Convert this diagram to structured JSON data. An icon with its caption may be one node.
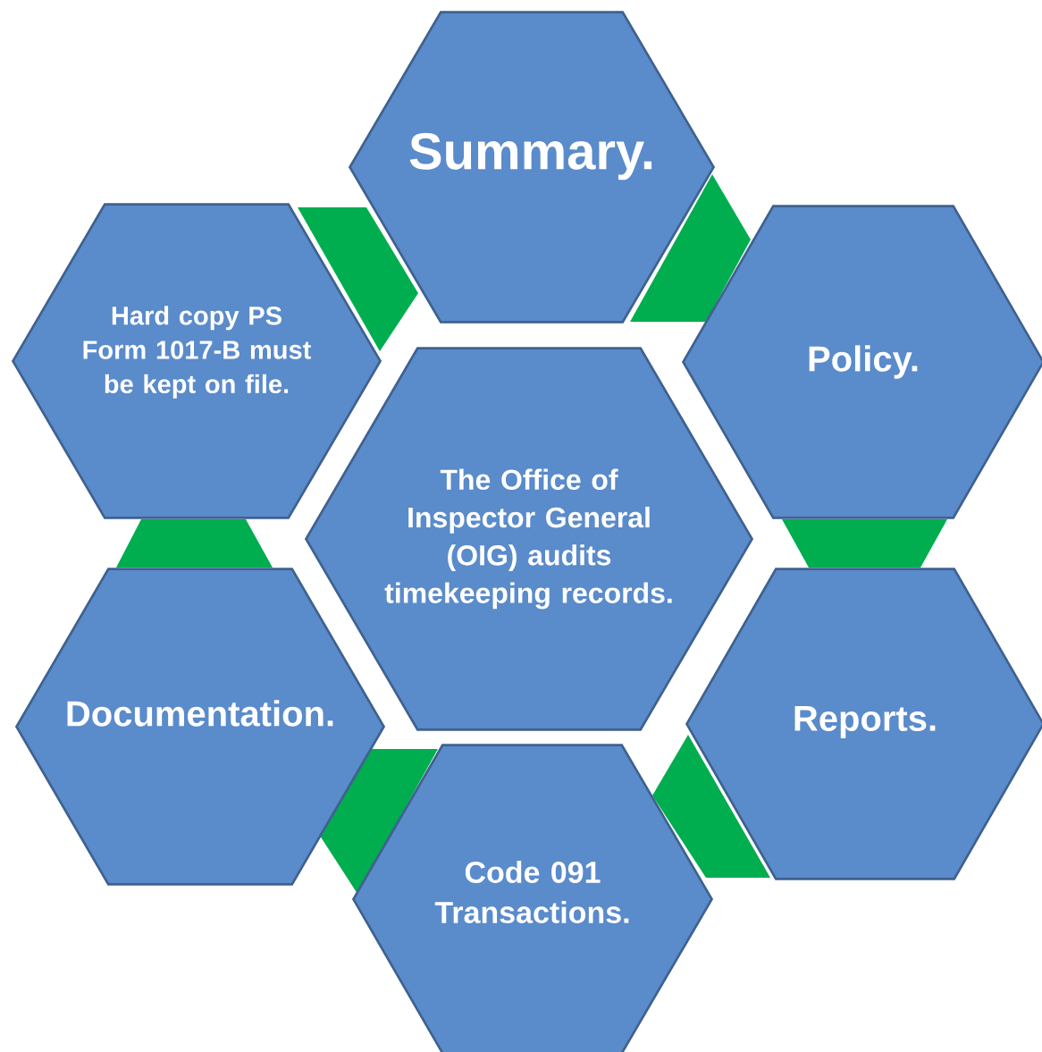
{
  "diagram": {
    "nodes": [
      {
        "text": [
          "Summary."
        ]
      },
      {
        "text": [
          "Hard copy PS Form 1017-B must be kept on file."
        ]
      },
      {
        "text": [
          "Policy."
        ]
      },
      {
        "text": [
          "The Office of Inspector General (OIG) audits timekeeping records."
        ]
      },
      {
        "text": [
          "Documentation."
        ]
      },
      {
        "text": [
          "Reports."
        ]
      },
      {
        "text": [
          "Code 091 Transactions."
        ]
      }
    ]
  }
}
